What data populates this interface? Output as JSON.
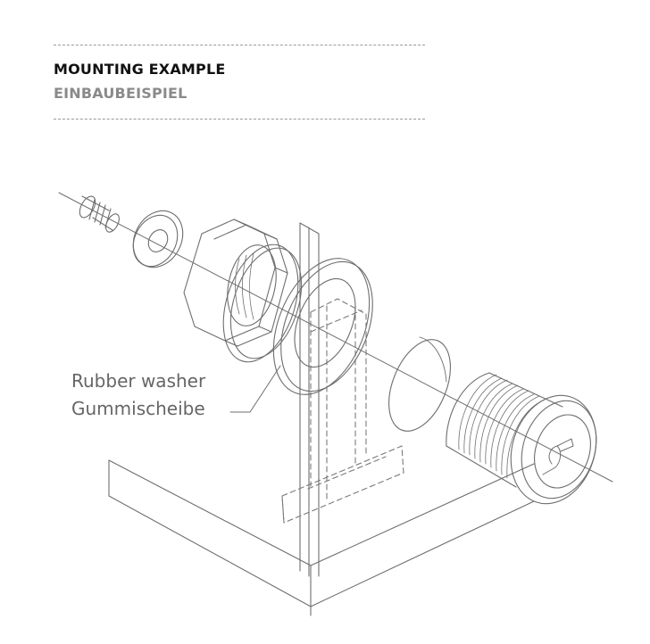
{
  "header": {
    "title_en": "MOUNTING EXAMPLE",
    "title_de": "EINBAUBEISPIEL"
  },
  "callout": {
    "label_en": "Rubber washer",
    "label_de": "Gummischeibe"
  },
  "colors": {
    "line": "#6e6e6e",
    "dashed": "#7a7a7a",
    "title": "#111111",
    "subtitle": "#8a8a8a",
    "callout_text": "#666666"
  },
  "parts": [
    "set-screw",
    "flat-washer",
    "hex-nut",
    "rubber-washer",
    "panel",
    "dust-cap",
    "cam-lock-cylinder"
  ]
}
